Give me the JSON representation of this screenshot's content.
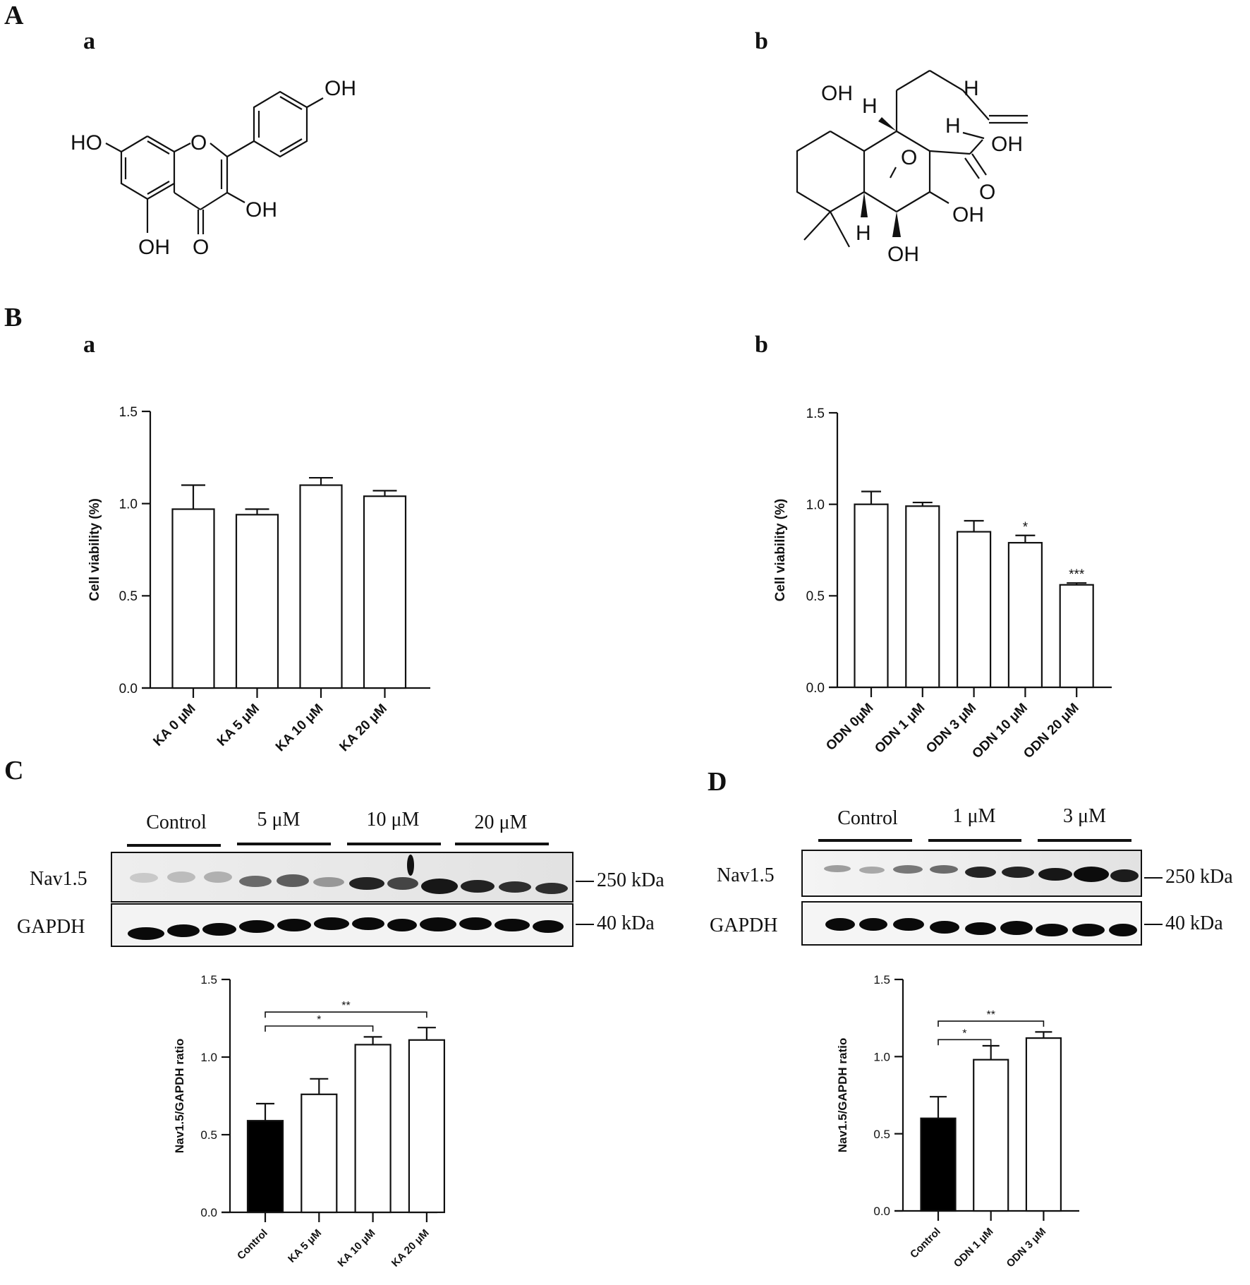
{
  "panels": {
    "A": {
      "letter": "A",
      "a": "a",
      "b": "b",
      "compound_a": {
        "labels": [
          "HO",
          "O",
          "OH",
          "OH",
          "OH",
          "O"
        ]
      },
      "compound_b": {
        "labels": [
          "OH",
          "H",
          "H",
          "H",
          "OH",
          "O",
          "O",
          "OH",
          "H",
          "OH"
        ]
      }
    },
    "B": {
      "letter": "B",
      "a": "a",
      "b": "b"
    },
    "C": {
      "letter": "C",
      "blot": {
        "groups": [
          "Control",
          "5 μM",
          "10 μM",
          "20 μM"
        ],
        "rows": [
          "Nav1.5",
          "GAPDH"
        ],
        "markers": [
          "250 kDa",
          "40 kDa"
        ]
      }
    },
    "D": {
      "letter": "D",
      "blot": {
        "groups": [
          "Control",
          "1 μM",
          "3 μM"
        ],
        "rows": [
          "Nav1.5",
          "GAPDH"
        ],
        "markers": [
          "250 kDa",
          "40 kDa"
        ]
      }
    }
  },
  "chart_data": [
    {
      "id": "B-a",
      "type": "bar",
      "title": "",
      "xlabel": "",
      "ylabel": "Cell viability (%)",
      "ylim": [
        0,
        1.5
      ],
      "yticks": [
        "0.0",
        "0.5",
        "1.0",
        "1.5"
      ],
      "categories": [
        "KA 0 μM",
        "KA 5 μM",
        "KA 10 μM",
        "KA 20 μM"
      ],
      "values": [
        0.97,
        0.94,
        1.1,
        1.04
      ],
      "error_upper": [
        1.1,
        0.97,
        1.14,
        1.07
      ],
      "bar_fill": [
        "#ffffff",
        "#ffffff",
        "#ffffff",
        "#ffffff"
      ],
      "annotations": [],
      "grid": false
    },
    {
      "id": "B-b",
      "type": "bar",
      "title": "",
      "xlabel": "",
      "ylabel": "Cell viability (%)",
      "ylim": [
        0,
        1.5
      ],
      "yticks": [
        "0.0",
        "0.5",
        "1.0",
        "1.5"
      ],
      "categories": [
        "ODN 0μM",
        "ODN 1 μM",
        "ODN 3 μM",
        "ODN 10 μM",
        "ODN 20 μM"
      ],
      "values": [
        1.0,
        0.99,
        0.85,
        0.79,
        0.56
      ],
      "error_upper": [
        1.07,
        1.01,
        0.91,
        0.83,
        0.57
      ],
      "bar_fill": [
        "#ffffff",
        "#ffffff",
        "#ffffff",
        "#ffffff",
        "#ffffff"
      ],
      "annotations": [
        "",
        "",
        "",
        "*",
        "***"
      ],
      "grid": false
    },
    {
      "id": "C",
      "type": "bar",
      "title": "",
      "xlabel": "",
      "ylabel": "Nav1.5/GAPDH ratio",
      "ylim": [
        0,
        1.5
      ],
      "yticks": [
        "0.0",
        "0.5",
        "1.0",
        "1.5"
      ],
      "categories": [
        "Control",
        "KA 5 μM",
        "KA 10 μM",
        "KA 20 μM"
      ],
      "values": [
        0.59,
        0.76,
        1.08,
        1.11
      ],
      "error_upper": [
        0.7,
        0.86,
        1.13,
        1.19
      ],
      "bar_fill": [
        "#000000",
        "#ffffff",
        "#ffffff",
        "#ffffff"
      ],
      "brackets": [
        {
          "from": 0,
          "to": 2,
          "label": "*",
          "y": 1.2
        },
        {
          "from": 0,
          "to": 3,
          "label": "**",
          "y": 1.29
        }
      ],
      "grid": false
    },
    {
      "id": "D",
      "type": "bar",
      "title": "",
      "xlabel": "",
      "ylabel": "Nav1.5/GAPDH ratio",
      "ylim": [
        0,
        1.5
      ],
      "yticks": [
        "0.0",
        "0.5",
        "1.0",
        "1.5"
      ],
      "categories": [
        "Control",
        "ODN 1 μM",
        "ODN 3 μM"
      ],
      "values": [
        0.6,
        0.98,
        1.12
      ],
      "error_upper": [
        0.74,
        1.07,
        1.16
      ],
      "bar_fill": [
        "#000000",
        "#ffffff",
        "#ffffff"
      ],
      "brackets": [
        {
          "from": 0,
          "to": 1,
          "label": "*",
          "y": 1.11
        },
        {
          "from": 0,
          "to": 2,
          "label": "**",
          "y": 1.23
        }
      ],
      "grid": false
    }
  ]
}
